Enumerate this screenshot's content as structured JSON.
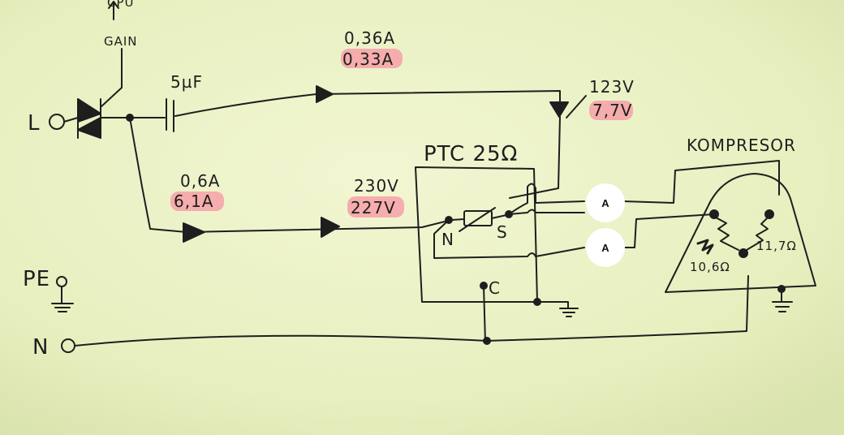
{
  "labels": {
    "cpu_partial": "CPU",
    "gain": "GAIN",
    "line": "L",
    "neutral": "N",
    "pe": "PE",
    "capacitor": "5µF",
    "current_top_orig": "0,36A",
    "current_top_meas": "0,33A",
    "voltage_top_orig": "123V",
    "voltage_top_meas": "7,7V",
    "current_bottom_orig": "0,6A",
    "current_bottom_meas": "6,1A",
    "voltage_bottom_orig": "230V",
    "voltage_bottom_meas": "227V",
    "ptc": "PTC 25Ω",
    "ptc_n": "N",
    "ptc_s": "S",
    "ptc_c": "C",
    "meter_1": "A",
    "meter_2": "A",
    "compressor": "KOMPRESOR",
    "winding_left": "10,6Ω",
    "winding_right": "11,7Ω"
  },
  "colors": {
    "paper": "#edf3c5",
    "ink": "#1e1e1e",
    "highlight": "#f7a0a8",
    "meter_fill": "#ffffff"
  }
}
